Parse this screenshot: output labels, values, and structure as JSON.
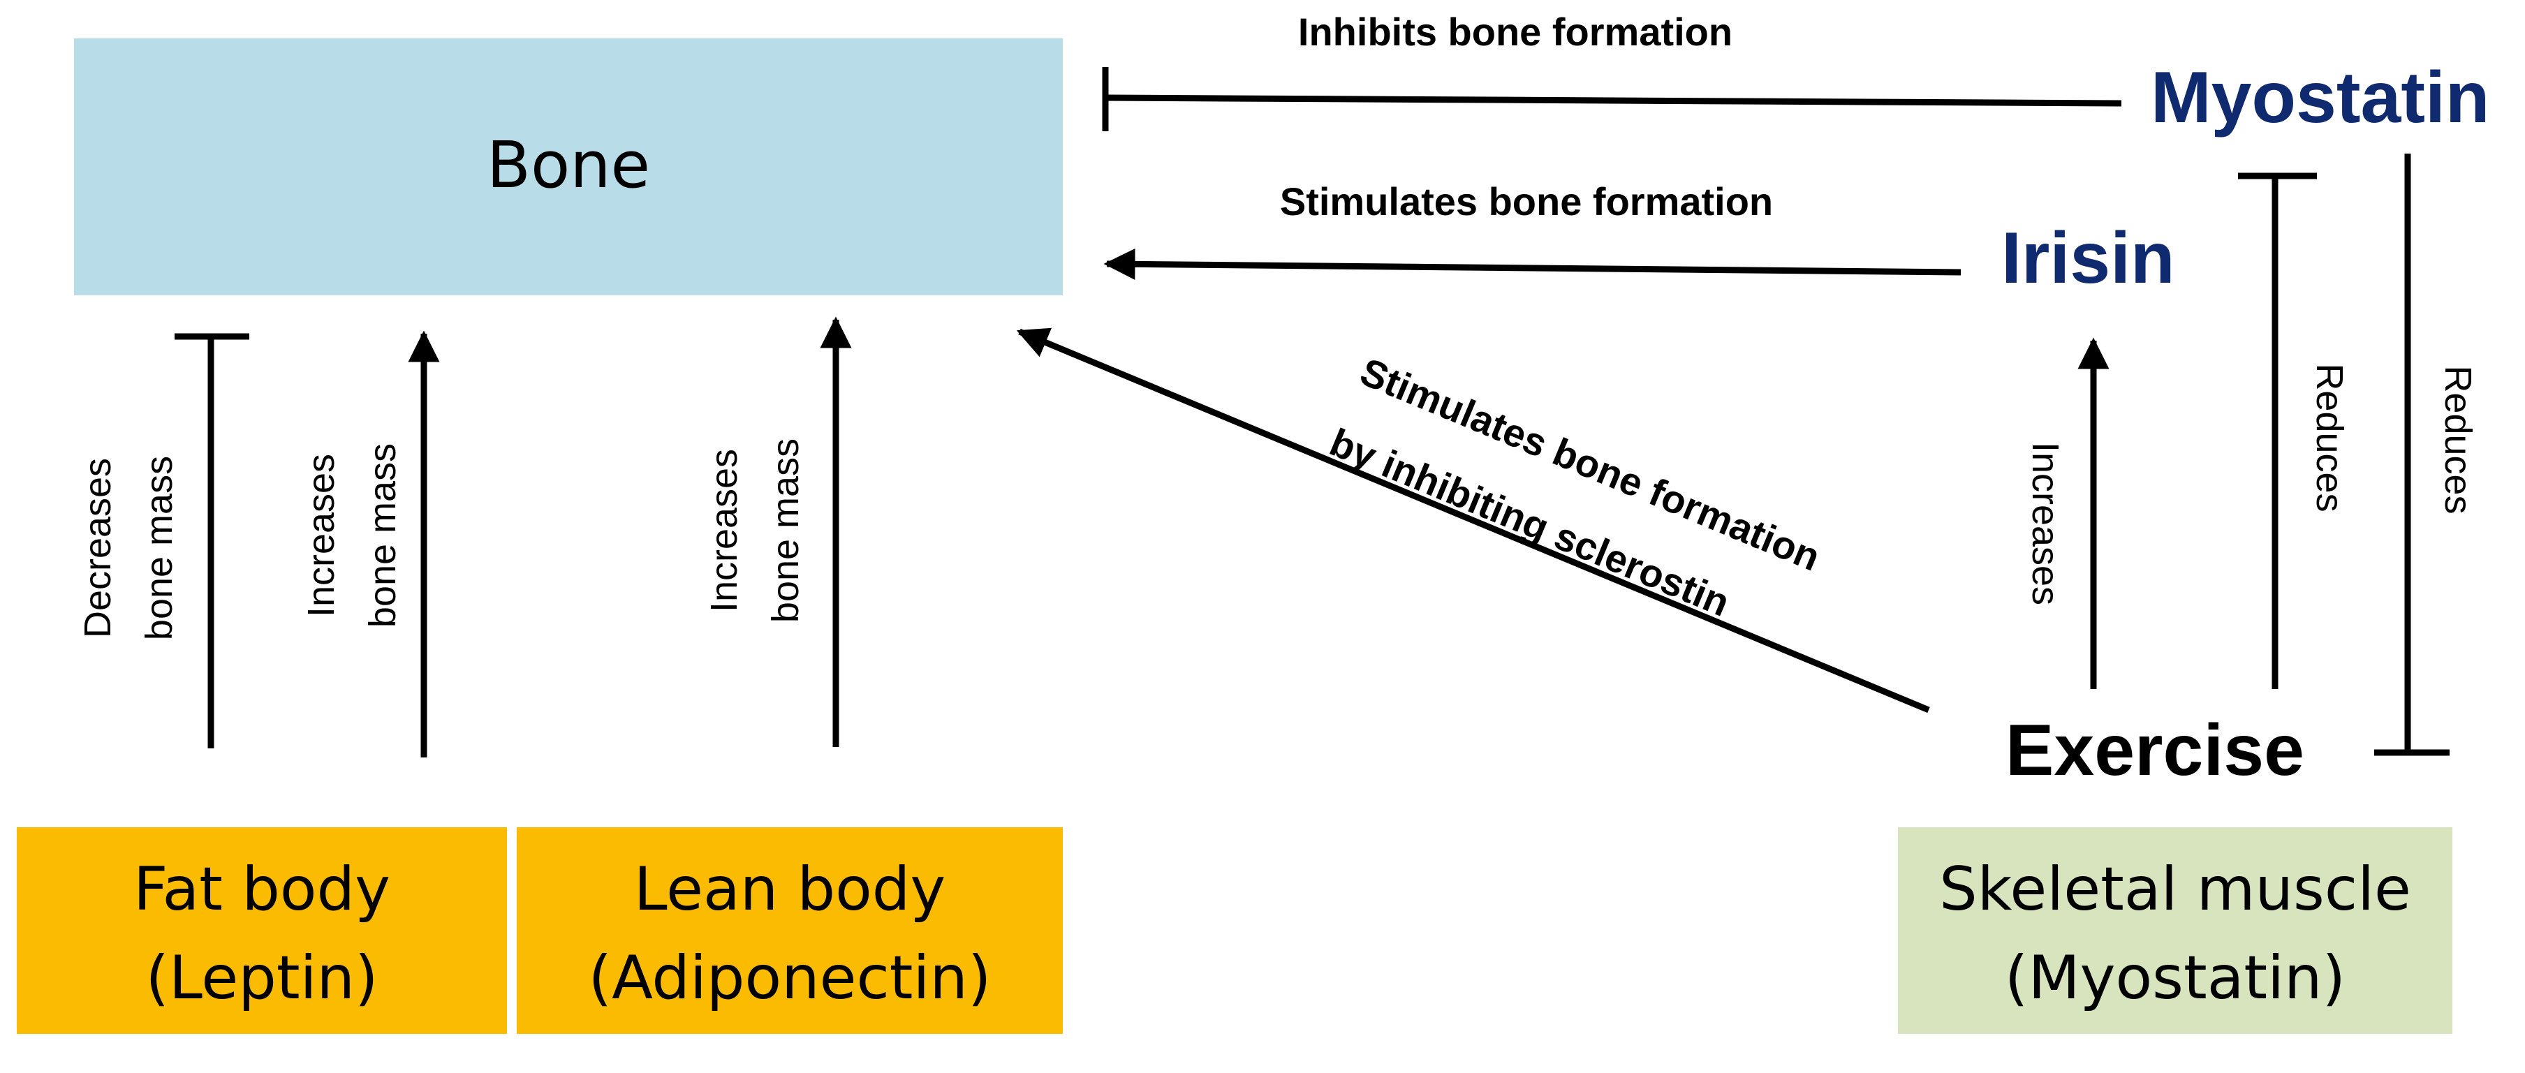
{
  "colors": {
    "bone_fill": "#b8dde9",
    "adipose_fill": "#fbbb00",
    "muscle_fill": "#d7e4bd",
    "molecule_text": "#0f2a6e",
    "arrow": "#000000"
  },
  "boxes": {
    "bone": "Bone",
    "fat_body": {
      "line1": "Fat body",
      "line2": "(Leptin)"
    },
    "lean_body": {
      "line1": "Lean body",
      "line2": "(Adiponectin)"
    },
    "skeletal_muscle": {
      "line1": "Skeletal muscle",
      "line2": "(Myostatin)"
    }
  },
  "nodes": {
    "myostatin": "Myostatin",
    "irisin": "Irisin",
    "exercise": "Exercise"
  },
  "edges": {
    "myostatin_bone": "Inhibits bone formation",
    "irisin_bone": "Stimulates bone formation",
    "exercise_bone_line1": "Stimulates bone formation",
    "exercise_bone_line2": "by inhibiting  sclerostin",
    "leptin_line1": "Decreases",
    "leptin_line2": "bone mass",
    "fat_increase_line1": "Increases",
    "fat_increase_line2": "bone mass",
    "lean_line1": "Increases",
    "lean_line2": "bone mass",
    "exercise_irisin": "Increases",
    "exercise_myostatin": "Reduces",
    "myostatin_exercise": "Reduces"
  }
}
